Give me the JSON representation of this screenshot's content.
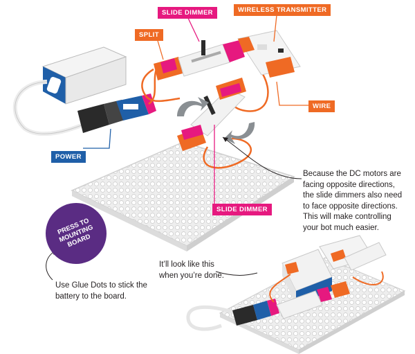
{
  "labels": {
    "slide_dimmer_top": "SLIDE DIMMER",
    "wireless_transmitter": "WIRELESS TRANSMITTER",
    "split": "SPLIT",
    "wire": "WIRE",
    "power": "POWER",
    "slide_dimmer_bottom": "SLIDE DIMMER"
  },
  "badge": "PRESS TO MOUNTING BOARD",
  "notes": {
    "direction": "Because the DC motors are facing opposite directions, the slide dimmers also need to face opposite directions. This will make controlling your bot much easier.",
    "glue_dots": "Use Glue Dots to stick the battery to the board.",
    "done": "It’ll look like this when you’re done."
  },
  "colors": {
    "orange": "#ef6a24",
    "pink": "#e6197f",
    "blue": "#1f5fa8",
    "purple": "#5a2c83"
  }
}
